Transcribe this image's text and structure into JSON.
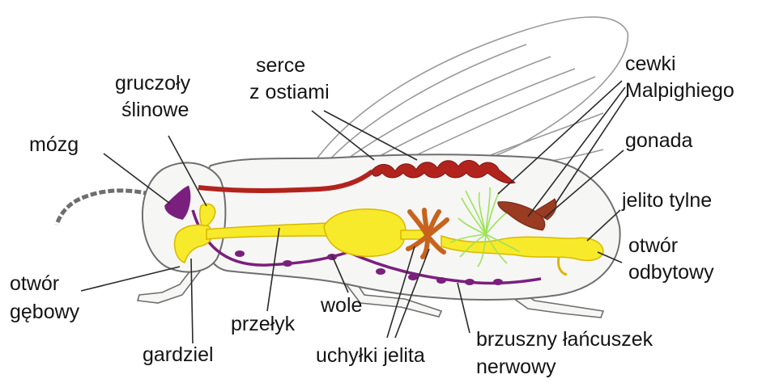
{
  "colors": {
    "heart": "#b3231e",
    "nerve": "#7b1f7e",
    "gut": "#f7ea2a",
    "gut_outline": "#d9b800",
    "diverticula": "#c7631d",
    "malpighian": "#9de35a",
    "gonad": "#9a3b22",
    "body_outline": "#6e6e6e",
    "body_fill": "#f6f6f4",
    "wing_line": "#9a9a9a",
    "leader": "#2a2a2a",
    "text": "#141414"
  },
  "labels": {
    "serce": [
      "serce",
      "z ostiami"
    ],
    "gruczoly": [
      "gruczoły",
      "ślinowe"
    ],
    "mozg": "mózg",
    "cewki": [
      "cewki",
      "Malpighiego"
    ],
    "gonada": "gonada",
    "jelito": "jelito tylne",
    "otwor_odb": [
      "otwór",
      "odbytowy"
    ],
    "otwor_geb": [
      "otwór",
      "gębowy"
    ],
    "gardziel": "gardziel",
    "przelyk": "przełyk",
    "wole": "wole",
    "uchylki": "uchyłki jelita",
    "brzuszny": [
      "brzuszny łańcuszek",
      "nerwowy"
    ]
  }
}
